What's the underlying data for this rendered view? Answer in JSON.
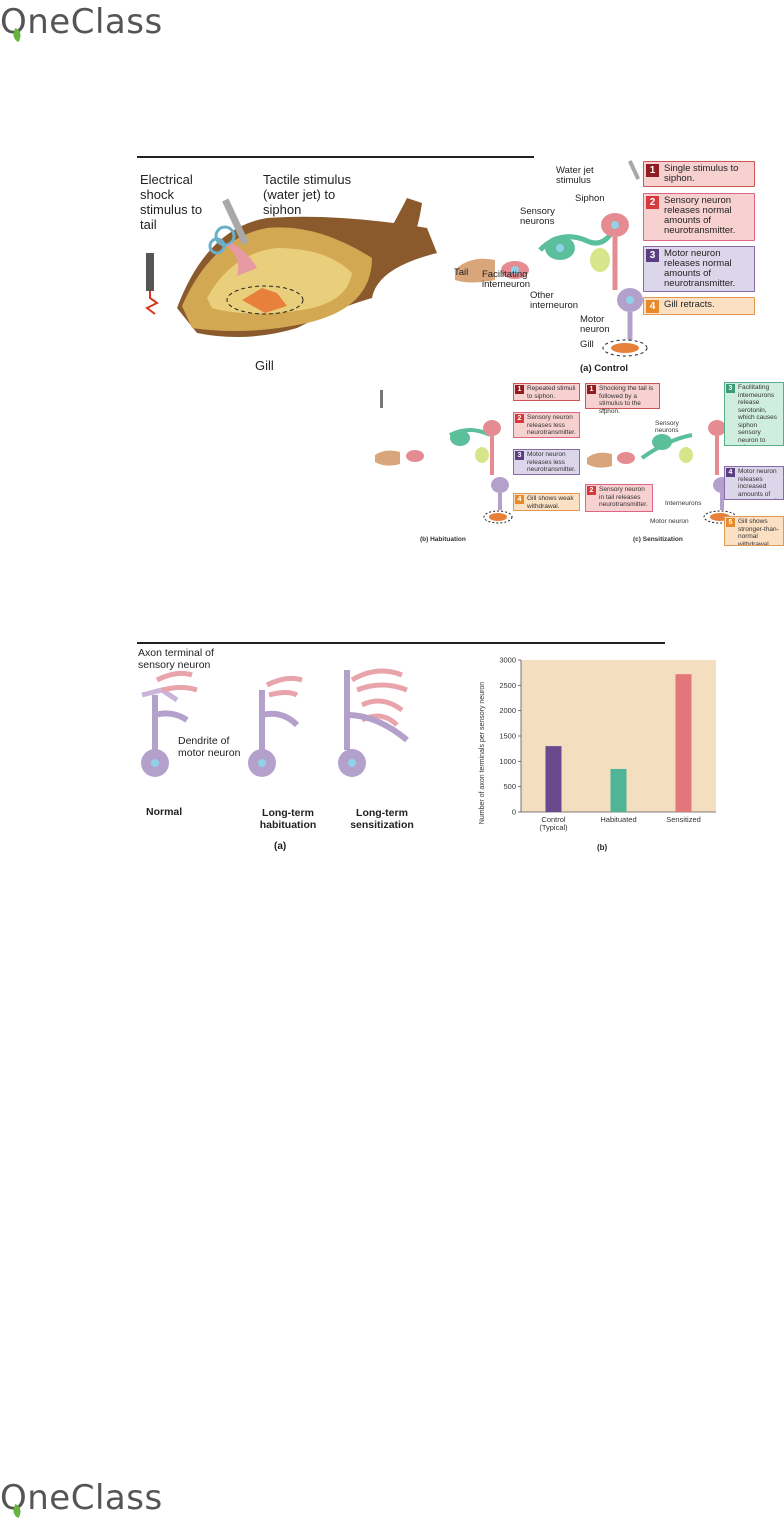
{
  "brand": {
    "name": "OneClass"
  },
  "figure1": {
    "aplysia": {
      "label_shock": "Electrical shock stimulus to tail",
      "label_tactile": "Tactile stimulus (water jet) to siphon",
      "label_gill": "Gill"
    },
    "control": {
      "caption": "(a) Control",
      "labels": {
        "water_jet": "Water jet stimulus",
        "siphon": "Siphon",
        "sensory": "Sensory neurons",
        "tail": "Tail",
        "facilitating": "Facilitating interneuron",
        "other": "Other interneuron",
        "motor": "Motor neuron",
        "gill": "Gill"
      },
      "steps": [
        {
          "n": "1",
          "text": "Single stimulus to siphon."
        },
        {
          "n": "2",
          "text": "Sensory neuron releases normal amounts of neurotransmitter."
        },
        {
          "n": "3",
          "text": "Motor neuron releases normal amounts of neurotransmitter."
        },
        {
          "n": "4",
          "text": "Gill retracts."
        }
      ]
    },
    "habituation": {
      "caption": "(b) Habituation",
      "steps": [
        {
          "n": "1",
          "text": "Repeated stimuli to siphon."
        },
        {
          "n": "2",
          "text": "Sensory neuron releases less neurotransmitter."
        },
        {
          "n": "3",
          "text": "Motor neuron releases less neurotransmitter."
        },
        {
          "n": "4",
          "text": "Gill shows weak withdrawal."
        }
      ]
    },
    "sensitization": {
      "caption": "(c) Sensitization",
      "labels": {
        "sensory": "Sensory neurons",
        "interneurons": "Interneurons",
        "motor": "Motor neuron"
      },
      "steps": [
        {
          "n": "1",
          "text": "Shocking the tail is followed by a stimulus to the siphon."
        },
        {
          "n": "2",
          "text": "Sensory neuron in tail releases neurotransmitter."
        },
        {
          "n": "3",
          "text": "Facilitating interneurons release serotonin, which causes siphon sensory neuron to release increased amounts of neurotransmitter."
        },
        {
          "n": "4",
          "text": "Motor neuron releases increased amounts of neurotransmitter."
        },
        {
          "n": "5",
          "text": "Gill shows stronger-than-normal withdrawal."
        }
      ]
    }
  },
  "figure2": {
    "panel_a": {
      "label_axon": "Axon terminal of sensory neuron",
      "label_dendrite": "Dendrite of motor neuron",
      "label_normal": "Normal",
      "label_habituation": "Long-term habituation",
      "label_sensitization": "Long-term sensitization",
      "caption": "(a)"
    },
    "panel_b_caption": "(b)"
  },
  "chart_data": {
    "type": "bar",
    "categories": [
      "Control (Typical)",
      "Habituated",
      "Sensitized"
    ],
    "values": [
      1300,
      850,
      2720
    ],
    "ylabel": "Number of axon terminals per sensory neuron",
    "ylim": [
      0,
      3000
    ],
    "yticks": [
      0,
      500,
      1000,
      1500,
      2000,
      2500,
      3000
    ],
    "colors": [
      "#6a4a8c",
      "#4fb596",
      "#e2767b"
    ],
    "background": "#f3dfbf"
  }
}
